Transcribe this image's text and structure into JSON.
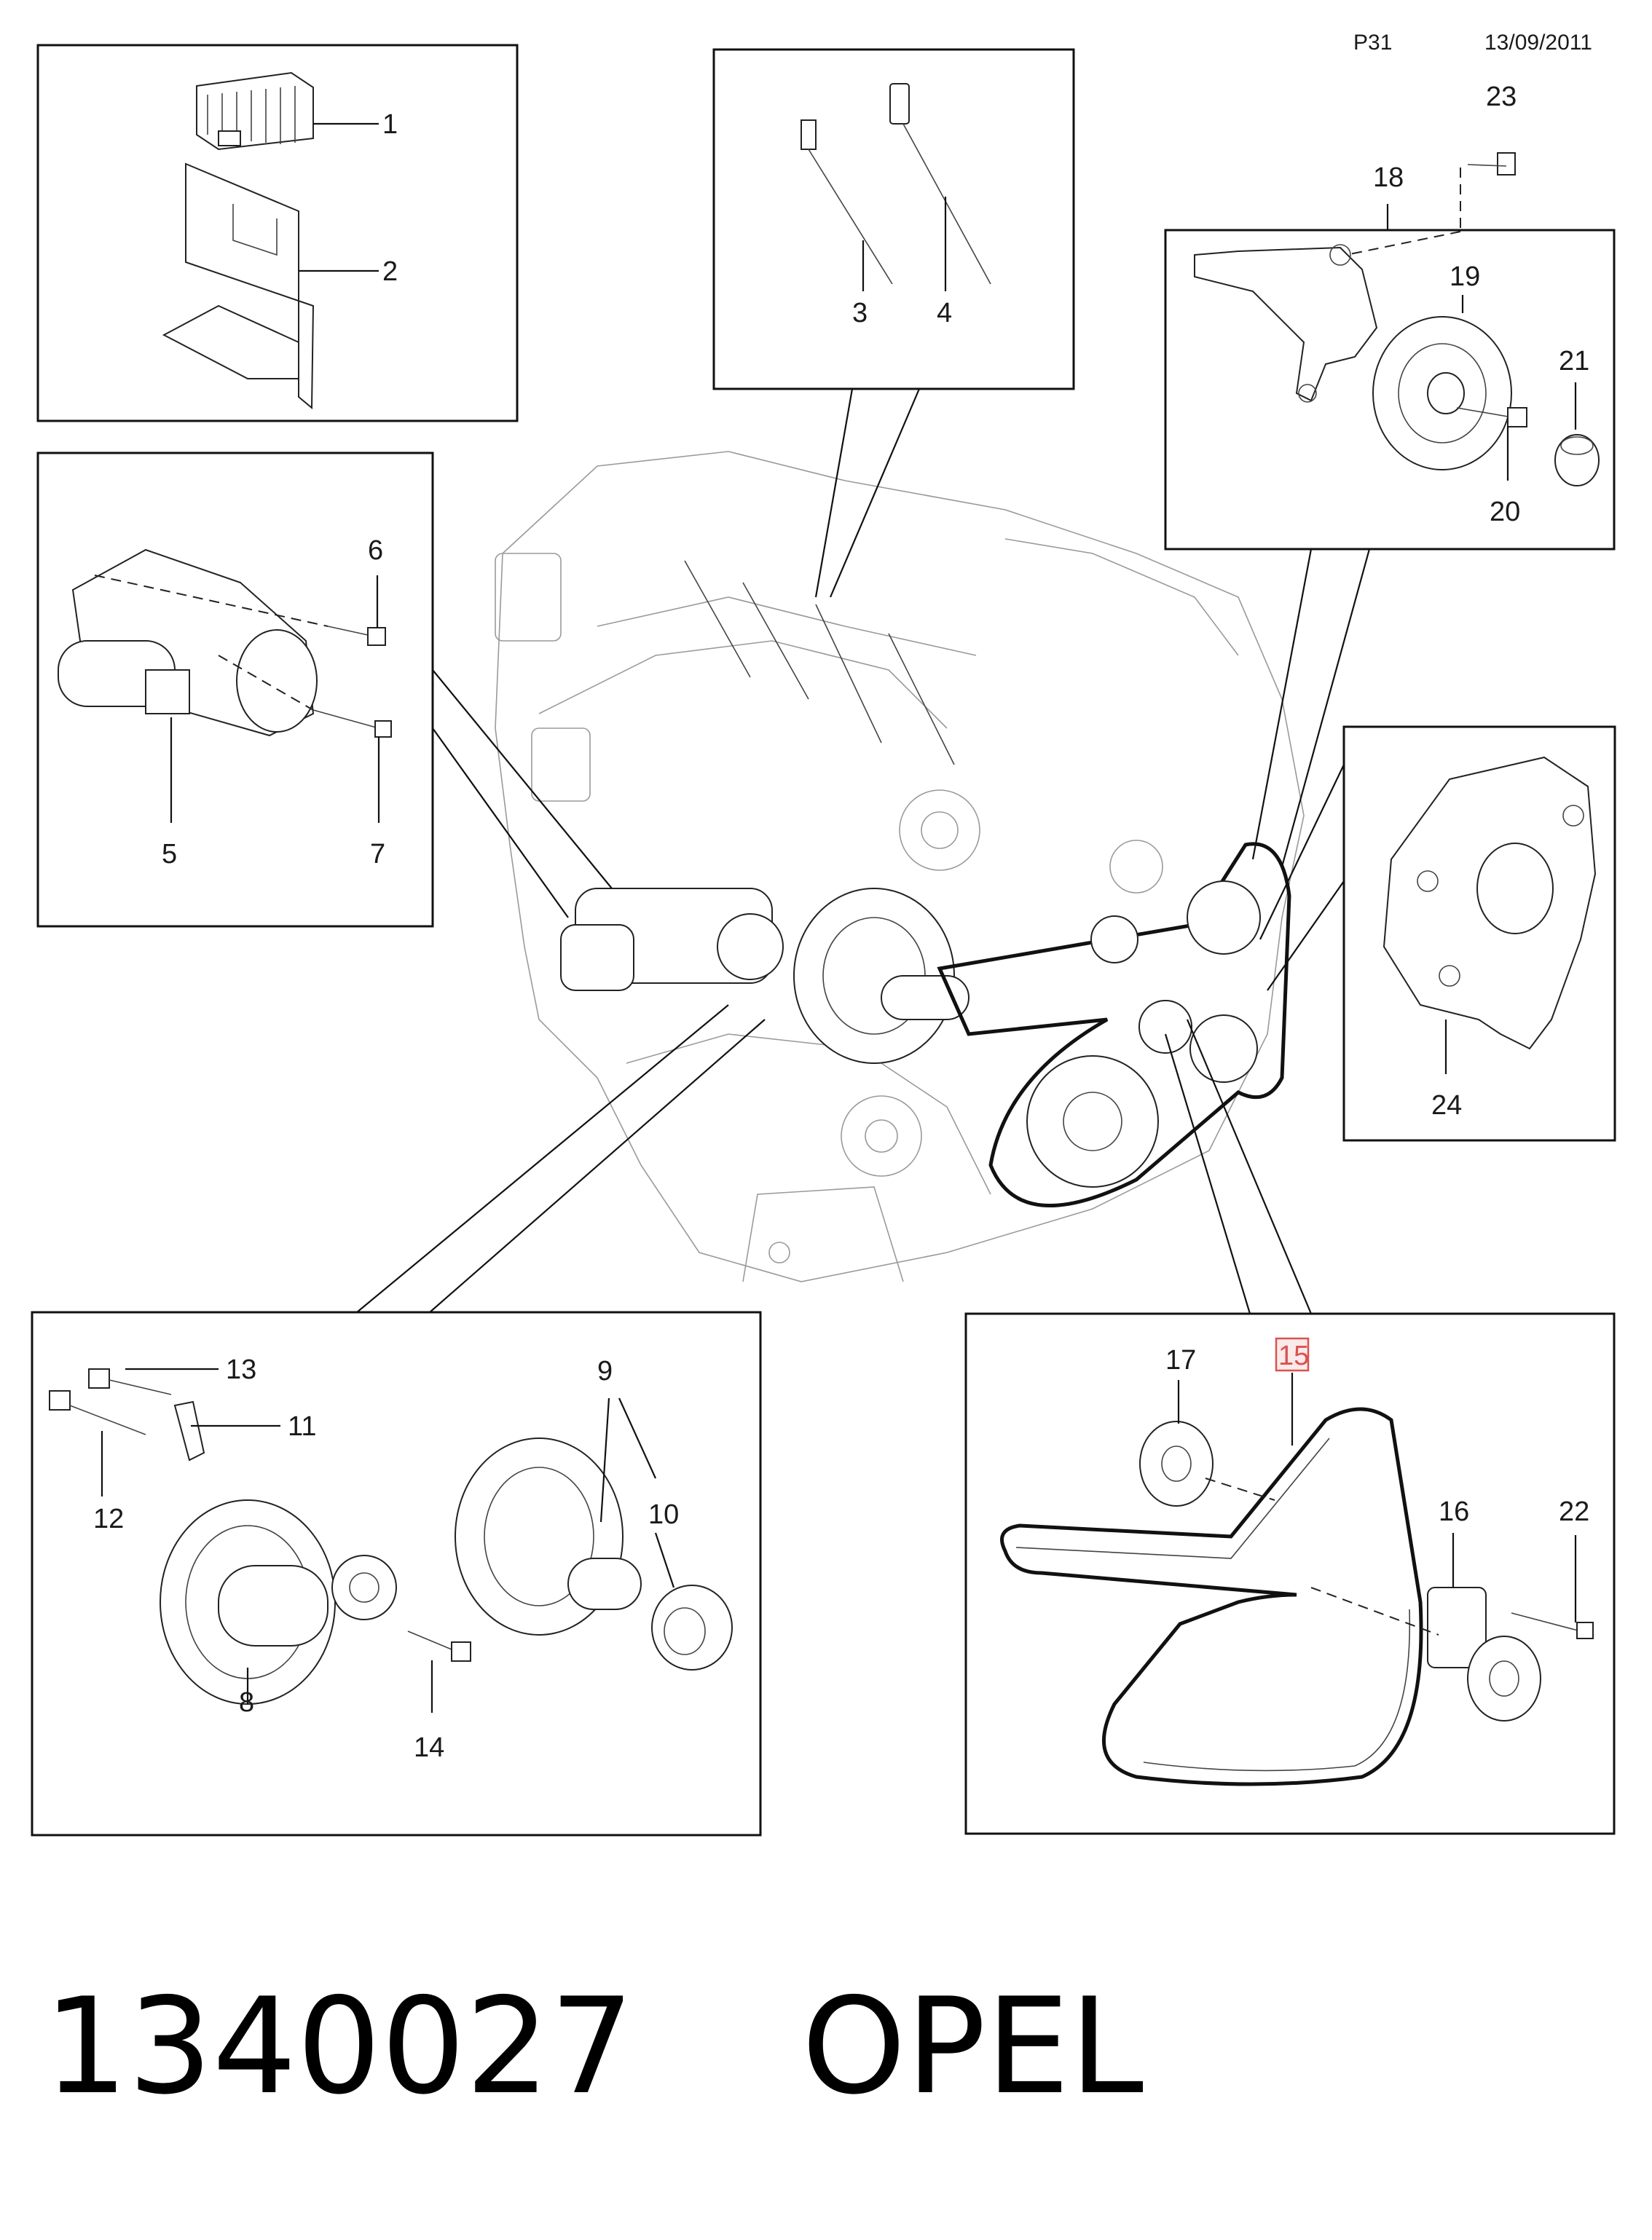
{
  "header": {
    "page_code": "P31",
    "date": "13/09/2011"
  },
  "callouts": {
    "c1": "1",
    "c2": "2",
    "c3": "3",
    "c4": "4",
    "c5": "5",
    "c6": "6",
    "c7": "7",
    "c8": "8",
    "c9": "9",
    "c10": "10",
    "c11": "11",
    "c12": "12",
    "c13": "13",
    "c14": "14",
    "c15": "15",
    "c16": "16",
    "c17": "17",
    "c18": "18",
    "c19": "19",
    "c20": "20",
    "c21": "21",
    "c22": "22",
    "c23": "23",
    "c24": "24"
  },
  "highlighted_callout": "15",
  "colors": {
    "line": "#111111",
    "engine_outline": "#9a9a9a",
    "highlight": "#d9534f"
  },
  "footer": {
    "part_number": "1340027",
    "brand": "OPEL"
  }
}
